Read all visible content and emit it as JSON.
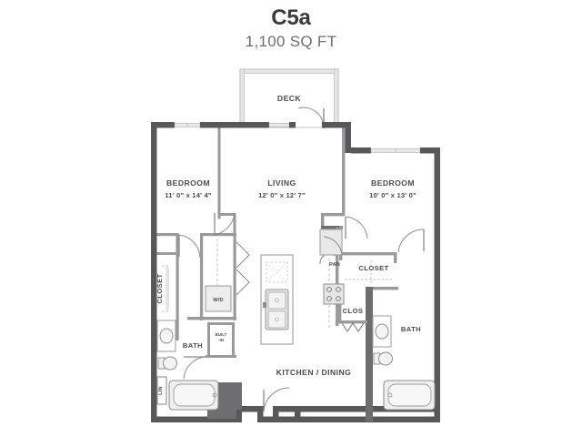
{
  "header": {
    "title": "C5a",
    "sqft": "1,100 SQ FT"
  },
  "colors": {
    "wall_dark": "#58585a",
    "wall_mid": "#9a9a9c",
    "wall_light": "#d8d8d8",
    "fixture_fill": "#efefef",
    "fixture_stroke": "#9a9a9c",
    "text": "#4a4a4a",
    "title": "#3b3b3b",
    "subtitle": "#6d6d6d",
    "background": "#ffffff"
  },
  "rooms": [
    {
      "id": "deck",
      "name": "DECK",
      "dimensions": ""
    },
    {
      "id": "bedroom-left",
      "name": "BEDROOM",
      "dimensions": "11' 0\" x 14' 4\""
    },
    {
      "id": "living",
      "name": "LIVING",
      "dimensions": "12' 0\" x 12' 7\""
    },
    {
      "id": "bedroom-right",
      "name": "BEDROOM",
      "dimensions": "10' 0\" x 13' 0\""
    },
    {
      "id": "kitchen-dining",
      "name": "KITCHEN / DINING",
      "dimensions": ""
    },
    {
      "id": "bath-left",
      "name": "BATH",
      "dimensions": ""
    },
    {
      "id": "bath-right",
      "name": "BATH",
      "dimensions": ""
    }
  ],
  "closets": [
    {
      "id": "closet-left",
      "name": "CLOSET",
      "orientation": "vertical"
    },
    {
      "id": "closet-right",
      "name": "CLOSET",
      "orientation": "horizontal"
    },
    {
      "id": "clos-small",
      "name": "CLOS",
      "orientation": "horizontal"
    },
    {
      "id": "pantry",
      "name": "PAN",
      "orientation": "horizontal"
    },
    {
      "id": "linen",
      "name": "LIN",
      "orientation": "vertical"
    },
    {
      "id": "built-in",
      "name_line1": "BUILT",
      "name_line2": "-IN",
      "orientation": "horizontal"
    }
  ],
  "appliances": [
    {
      "id": "washer-dryer",
      "name": "W/D"
    },
    {
      "id": "range",
      "name": ""
    },
    {
      "id": "refrigerator",
      "name": ""
    },
    {
      "id": "kitchen-island",
      "name": ""
    },
    {
      "id": "sink-double",
      "name": ""
    }
  ],
  "fixtures": [
    {
      "id": "tub-left",
      "name": "bathtub"
    },
    {
      "id": "tub-right",
      "name": "bathtub"
    },
    {
      "id": "toilet-left",
      "name": "toilet"
    },
    {
      "id": "toilet-right",
      "name": "toilet"
    },
    {
      "id": "vanity-left",
      "name": "vanity-sink"
    },
    {
      "id": "vanity-right",
      "name": "vanity-sink"
    }
  ]
}
